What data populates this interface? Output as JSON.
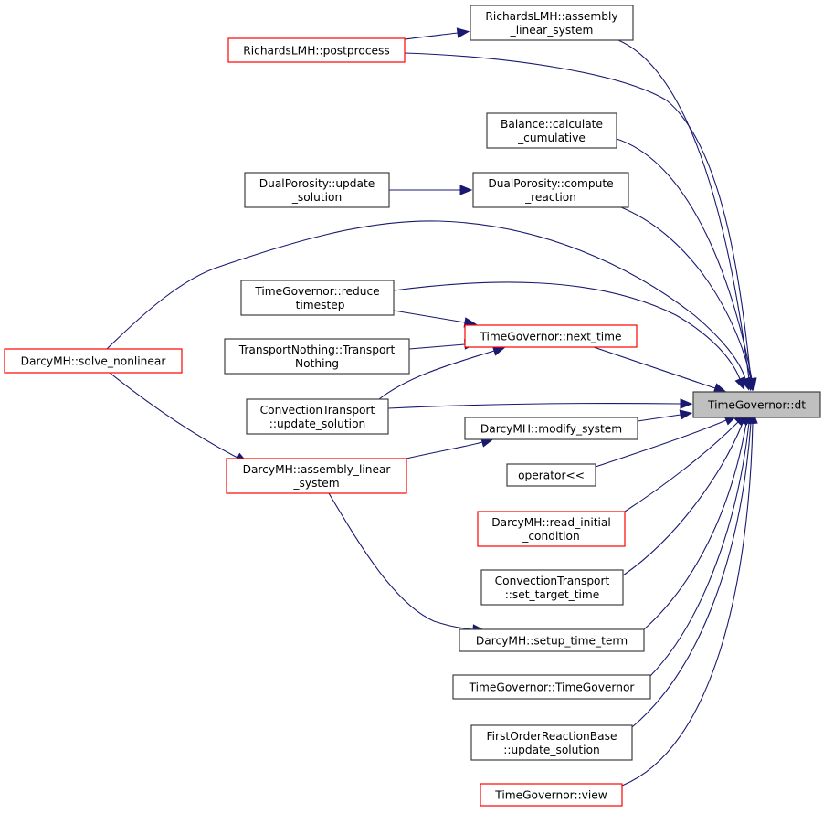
{
  "graph": {
    "type": "caller-graph",
    "colors": {
      "edge": "#191970",
      "normal_border": "#404040",
      "truncated_border": "#ff0000",
      "target_fill": "#bfbfbf",
      "node_fill": "#ffffff"
    },
    "nodes": [
      {
        "id": "dt",
        "lines": [
          "TimeGovernor::dt"
        ],
        "style": "target"
      },
      {
        "id": "rlmh_asm",
        "lines": [
          "RichardsLMH::assembly",
          "_linear_system"
        ],
        "style": "normal"
      },
      {
        "id": "rlmh_post",
        "lines": [
          "RichardsLMH::postprocess"
        ],
        "style": "red"
      },
      {
        "id": "bal_cum",
        "lines": [
          "Balance::calculate",
          "_cumulative"
        ],
        "style": "normal"
      },
      {
        "id": "dp_upd",
        "lines": [
          "DualPorosity::update",
          "_solution"
        ],
        "style": "normal"
      },
      {
        "id": "dp_cr",
        "lines": [
          "DualPorosity::compute",
          "_reaction"
        ],
        "style": "normal"
      },
      {
        "id": "tg_red",
        "lines": [
          "TimeGovernor::reduce",
          "_timestep"
        ],
        "style": "normal"
      },
      {
        "id": "tn",
        "lines": [
          "TransportNothing::Transport",
          "Nothing"
        ],
        "style": "normal"
      },
      {
        "id": "tg_next",
        "lines": [
          "TimeGovernor::next_time"
        ],
        "style": "red"
      },
      {
        "id": "dmh_solve",
        "lines": [
          "DarcyMH::solve_nonlinear"
        ],
        "style": "red"
      },
      {
        "id": "ct_upd",
        "lines": [
          "ConvectionTransport",
          "::update_solution"
        ],
        "style": "normal"
      },
      {
        "id": "dmh_mod",
        "lines": [
          "DarcyMH::modify_system"
        ],
        "style": "normal"
      },
      {
        "id": "dmh_asm",
        "lines": [
          "DarcyMH::assembly_linear",
          "_system"
        ],
        "style": "red"
      },
      {
        "id": "op",
        "lines": [
          "operator<<"
        ],
        "style": "normal"
      },
      {
        "id": "dmh_read",
        "lines": [
          "DarcyMH::read_initial",
          "_condition"
        ],
        "style": "red"
      },
      {
        "id": "ct_set",
        "lines": [
          "ConvectionTransport",
          "::set_target_time"
        ],
        "style": "normal"
      },
      {
        "id": "dmh_setup",
        "lines": [
          "DarcyMH::setup_time_term"
        ],
        "style": "normal"
      },
      {
        "id": "tg_ctor",
        "lines": [
          "TimeGovernor::TimeGovernor"
        ],
        "style": "normal"
      },
      {
        "id": "fo_upd",
        "lines": [
          "FirstOrderReactionBase",
          "::update_solution"
        ],
        "style": "normal"
      },
      {
        "id": "tg_view",
        "lines": [
          "TimeGovernor::view"
        ],
        "style": "red"
      }
    ],
    "edges": [
      {
        "from": "rlmh_post",
        "to": "rlmh_asm"
      },
      {
        "from": "rlmh_asm",
        "to": "dt"
      },
      {
        "from": "rlmh_post",
        "to": "dt"
      },
      {
        "from": "bal_cum",
        "to": "dt"
      },
      {
        "from": "dp_upd",
        "to": "dp_cr"
      },
      {
        "from": "dp_cr",
        "to": "dt"
      },
      {
        "from": "dmh_solve",
        "to": "dt"
      },
      {
        "from": "tg_red",
        "to": "dt"
      },
      {
        "from": "tg_red",
        "to": "tg_next"
      },
      {
        "from": "tn",
        "to": "tg_next"
      },
      {
        "from": "ct_upd",
        "to": "tg_next"
      },
      {
        "from": "tg_next",
        "to": "dt"
      },
      {
        "from": "ct_upd",
        "to": "dt"
      },
      {
        "from": "dmh_mod",
        "to": "dt"
      },
      {
        "from": "dmh_solve",
        "to": "dmh_asm"
      },
      {
        "from": "dmh_asm",
        "to": "dmh_mod"
      },
      {
        "from": "dmh_asm",
        "to": "dmh_setup"
      },
      {
        "from": "op",
        "to": "dt"
      },
      {
        "from": "dmh_read",
        "to": "dt"
      },
      {
        "from": "ct_set",
        "to": "dt"
      },
      {
        "from": "dmh_setup",
        "to": "dt"
      },
      {
        "from": "tg_ctor",
        "to": "dt"
      },
      {
        "from": "fo_upd",
        "to": "dt"
      },
      {
        "from": "tg_view",
        "to": "dt"
      }
    ]
  }
}
